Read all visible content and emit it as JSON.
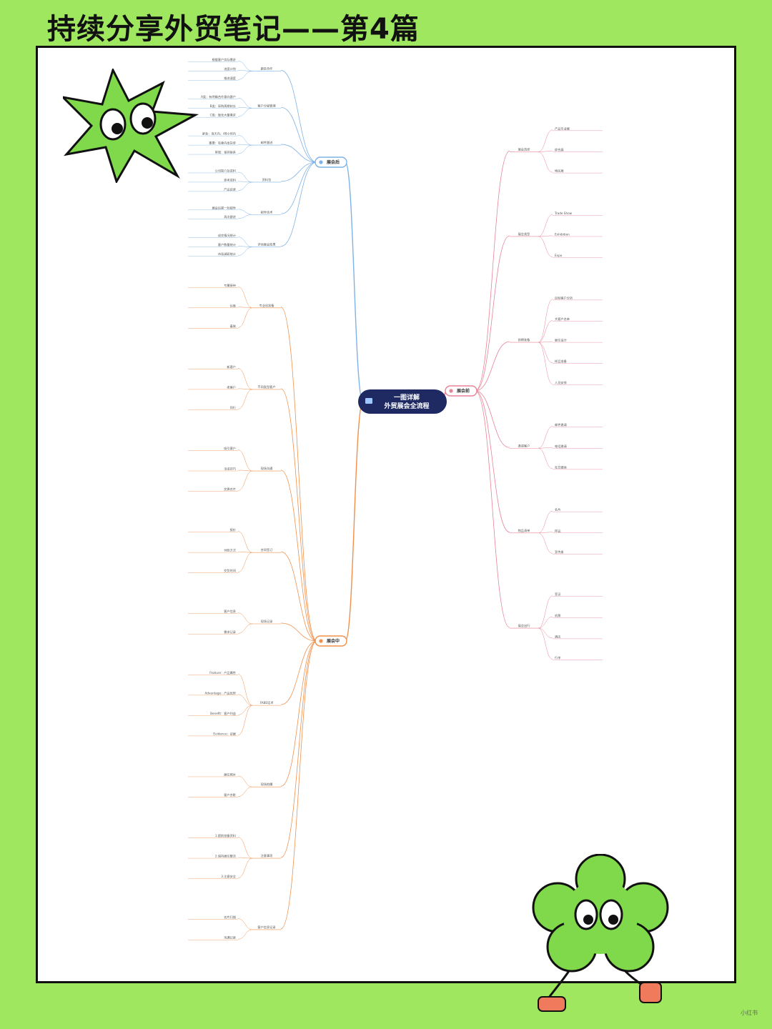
{
  "page": {
    "title": "持续分享外贸笔记——第4篇"
  },
  "colors": {
    "background": "#9ee75e",
    "blue_branch": "#7fb2e6",
    "orange_branch": "#f0904c",
    "pink_branch": "#e98296",
    "root_fill": "#1f2a63"
  },
  "mindmap": {
    "root": "一图详解|外贸展会全流程",
    "branches": [
      {
        "name": "展会后",
        "color": "#7fb2e6",
        "side": "left",
        "groups": [
          {
            "name": "跟进合作",
            "items": [
              "根据客户实际需求",
              "进度计划",
              "推进速度"
            ]
          },
          {
            "name": "客户分级管理",
            "items": [
              "A类：有明确合作意向客户",
              "B类：采购周期较长",
              "C类：暂无大量需求"
            ]
          },
          {
            "name": "邮件跟进",
            "items": [
              "紧急：当天内，48小时内",
              "重要：有意向出货单",
              "常规：保持联系"
            ]
          },
          {
            "name": "资料包",
            "items": [
              "公司简介及资料",
              "参考资料",
              "产品目录"
            ]
          },
          {
            "name": "邮件话术",
            "items": [
              "展会后第一封邮件",
              "再次跟进"
            ]
          },
          {
            "name": "评估展会效果",
            "items": [
              "成交情况统计",
              "客户数量统计",
              "市场调研统计"
            ]
          }
        ]
      },
      {
        "name": "展会中",
        "color": "#f0904c",
        "side": "left",
        "groups": [
          {
            "name": "专业化准备",
            "items": [
              "专属接待",
              "仪表",
              "着装"
            ]
          },
          {
            "name": "不同类型客户",
            "items": [
              "新客户",
              "老客户",
              "同行"
            ]
          },
          {
            "name": "现场沟通",
            "items": [
              "吸引客户",
              "洽谈技巧",
              "交换名片"
            ]
          },
          {
            "name": "合同签订",
            "items": [
              "报价",
              "付款方式",
              "交货时间"
            ]
          },
          {
            "name": "现场记录",
            "items": [
              "客户信息",
              "需求记录"
            ]
          },
          {
            "name": "FABE话术",
            "items": [
              "Feature：产品属性",
              "Advantage：产品优势",
              "Benefit：客户利益",
              "Evidence：证据"
            ]
          },
          {
            "name": "现场拍摄",
            "items": [
              "展位照片",
              "客户合影"
            ]
          },
          {
            "name": "注意事项",
            "items": [
              "1.提前准备资料",
              "2.保持展位整洁",
              "3.注意安全"
            ]
          },
          {
            "name": "客户信息记录",
            "items": [
              "名片扫描",
              "沟通记录"
            ]
          }
        ]
      },
      {
        "name": "展会前",
        "color": "#e98296",
        "side": "right",
        "groups": [
          {
            "name": "展会选择",
            "items": [
              "产品专业展",
              "综合展",
              "地区展"
            ]
          },
          {
            "name": "展会类型",
            "items": [
              "Trade Show",
              "Exhibition",
              "Expo"
            ]
          },
          {
            "name": "前期准备",
            "items": [
              "目标客户分析",
              "大客户名单",
              "展位设计",
              "样品准备",
              "人员安排"
            ]
          },
          {
            "name": "邀请客户",
            "items": [
              "邮件邀请",
              "电话邀请",
              "社交媒体"
            ]
          },
          {
            "name": "物品清单",
            "items": [
              "名片",
              "样品",
              "宣传册"
            ]
          },
          {
            "name": "展会出行",
            "items": [
              "签证",
              "机票",
              "酒店",
              "行李"
            ]
          }
        ]
      }
    ]
  },
  "watermark": "小红书"
}
